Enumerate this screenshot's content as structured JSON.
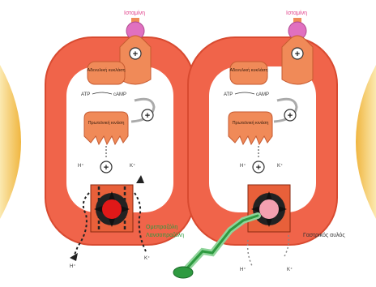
{
  "labels": {
    "receptor_left": "Ισταμίνη",
    "receptor_right": "Ισταμίνη",
    "enzyme_left": "Αδενυλική κυκλάση",
    "enzyme_right": "Αδενυλική κυκλάση",
    "atp_left": "ATP",
    "camp_left": "cAMP",
    "atp_right": "ATP",
    "camp_right": "cAMP",
    "kinase_left": "Πρωτεϊνική κινάση",
    "kinase_right": "Πρωτεϊνική κινάση",
    "plus": "+",
    "h_ion": "H⁺",
    "k_ion": "K⁺",
    "drug_line1": "Ομεπραζόλη",
    "drug_line2": "Λανσοπραζόλη",
    "lumen": "Γαστρικός αυλός"
  },
  "colors": {
    "cell": "#f0644a",
    "cell_edge": "#d84a30",
    "organelle": "#f08a58",
    "pump_body": "#e8603a",
    "pump_core_left": "#e01818",
    "pump_core_right": "#f4a0b0",
    "receptor_pink": "#e070c0",
    "drug_green": "#2e9a40",
    "label_pink": "#e0408a",
    "text_dark": "#333333",
    "lumen_yellow": "#f4cc60"
  }
}
